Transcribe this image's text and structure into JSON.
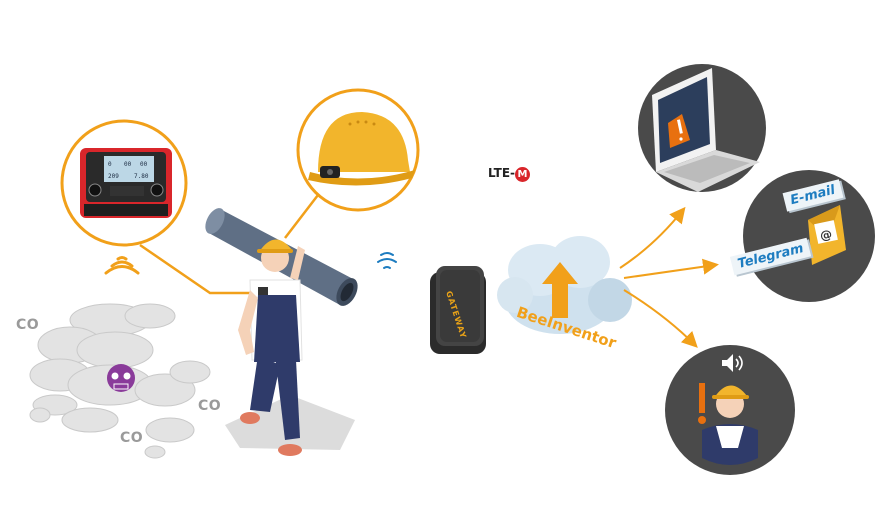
{
  "diagram": {
    "co_labels": [
      "CO",
      "CO",
      "CO"
    ],
    "lte_label": "LTE-",
    "lte_badge": "M",
    "gateway_label": "GATEWAY",
    "brand_label": "BeeInventor",
    "email_label": "E-mail",
    "telegram_label": "Telegram",
    "at_symbol": "@",
    "detector_readings": [
      "0",
      "00",
      "00",
      "209",
      "7.80"
    ],
    "colors": {
      "accent_orange": "#f1a01a",
      "circle_dark": "#4a4a4a",
      "alert_orange": "#e8700f",
      "cloud_blue": "#cfe1ee",
      "skull_purple": "#8a3b9a",
      "detector_red": "#d9262b",
      "helmet_yellow": "#f2b52c"
    },
    "icons": [
      "gas-detector-icon",
      "helmet-icon",
      "wifi-signal-icon",
      "gateway-icon",
      "cloud-upload-icon",
      "laptop-alert-icon",
      "email-icon",
      "telegram-icon",
      "speaker-icon",
      "skull-icon"
    ]
  }
}
